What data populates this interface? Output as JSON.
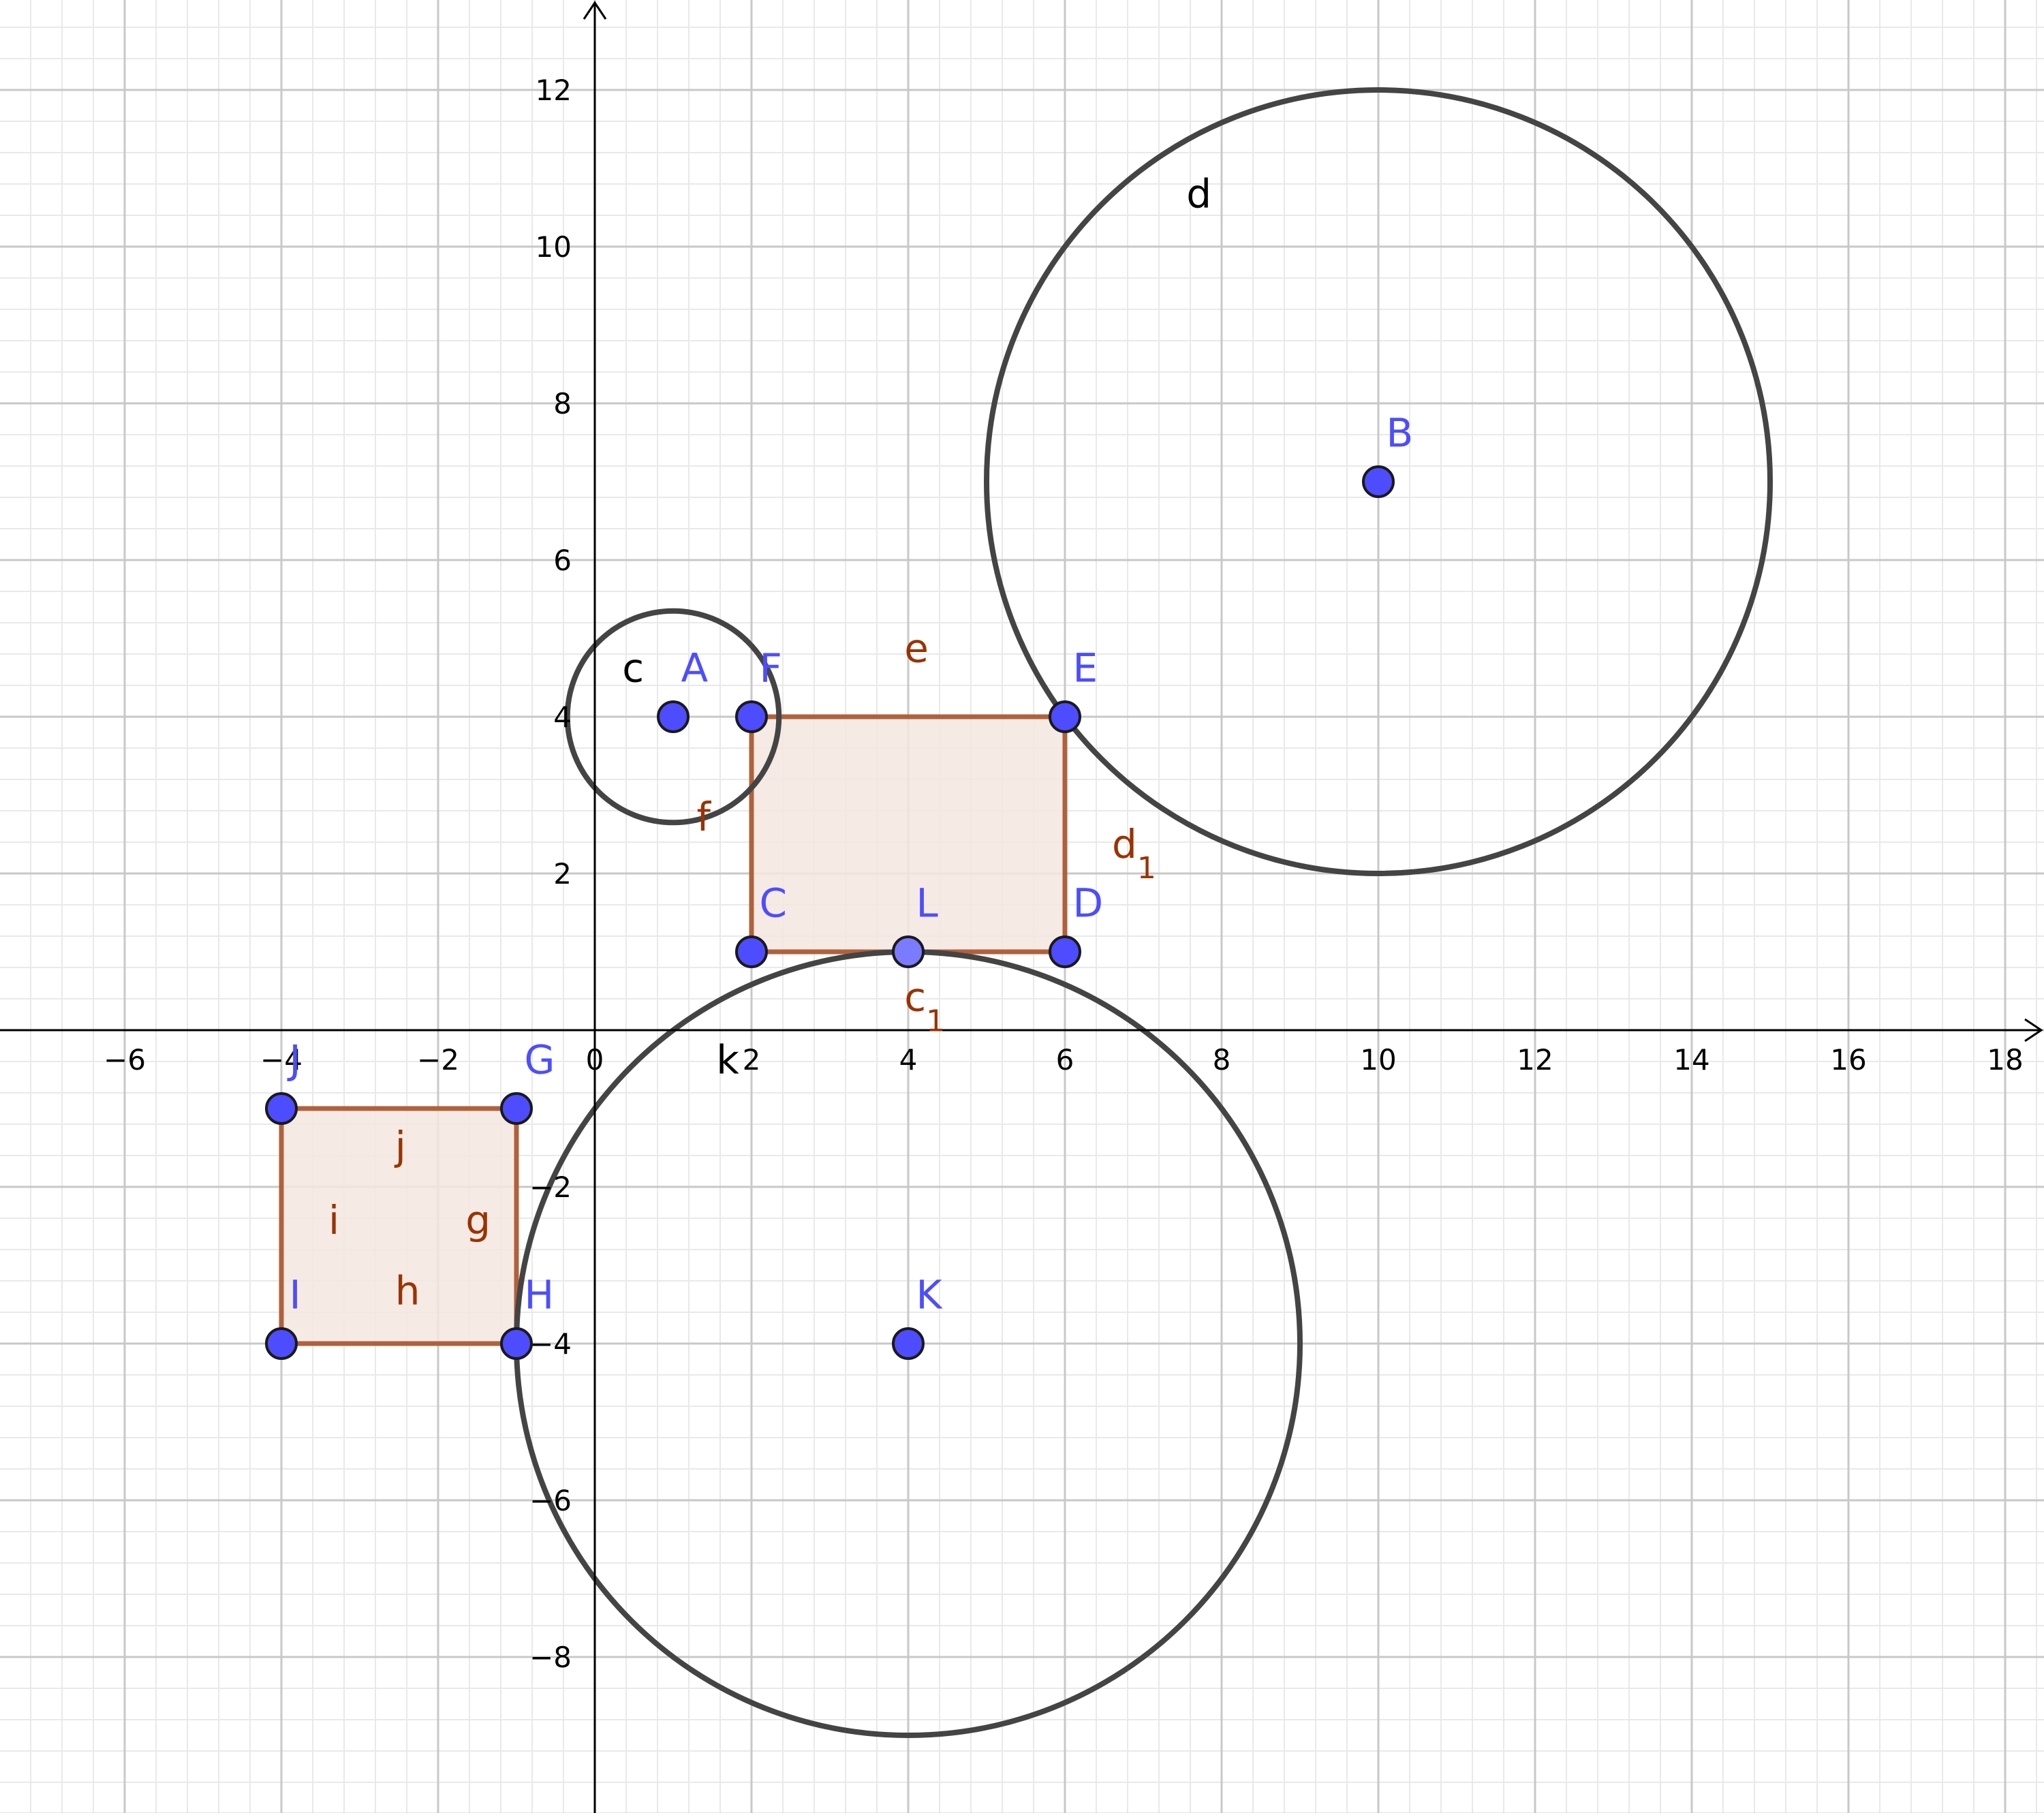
{
  "axes": {
    "x_ticks": [
      "−6",
      "−4",
      "−2",
      "0",
      "2",
      "4",
      "6",
      "8",
      "10",
      "12",
      "14",
      "16",
      "18"
    ],
    "x_tick_values": [
      -6,
      -4,
      -2,
      0,
      2,
      4,
      6,
      8,
      10,
      12,
      14,
      16,
      18
    ],
    "y_ticks": [
      "−8",
      "−6",
      "−4",
      "−2",
      "2",
      "4",
      "6",
      "8",
      "10",
      "12"
    ],
    "y_tick_values": [
      -8,
      -6,
      -4,
      -2,
      2,
      4,
      6,
      8,
      10,
      12
    ],
    "xlim": [
      -7.6,
      18.5
    ],
    "ylim": [
      -10,
      13.1
    ],
    "grid": true
  },
  "points": [
    {
      "name": "A",
      "x": 1,
      "y": 4
    },
    {
      "name": "B",
      "x": 10,
      "y": 7
    },
    {
      "name": "C",
      "x": 2,
      "y": 1
    },
    {
      "name": "D",
      "x": 6,
      "y": 1
    },
    {
      "name": "E",
      "x": 6,
      "y": 4
    },
    {
      "name": "F",
      "x": 2,
      "y": 4
    },
    {
      "name": "G",
      "x": -1,
      "y": -1
    },
    {
      "name": "H",
      "x": -1,
      "y": -4
    },
    {
      "name": "I",
      "x": -4,
      "y": -4
    },
    {
      "name": "J",
      "x": -4,
      "y": -1
    },
    {
      "name": "K",
      "x": 4,
      "y": -4
    },
    {
      "name": "L",
      "x": 4,
      "y": 1,
      "light": true
    }
  ],
  "circles": [
    {
      "name": "c",
      "center": "A",
      "radius": 1.35
    },
    {
      "name": "d",
      "center": "B",
      "radius": 5
    },
    {
      "name": "k",
      "center": "K",
      "radius": 5
    }
  ],
  "polygons": [
    {
      "vertices": [
        "C",
        "D",
        "E",
        "F"
      ]
    },
    {
      "vertices": [
        "G",
        "H",
        "I",
        "J"
      ]
    }
  ],
  "segment_labels": [
    {
      "text": "e",
      "sub": ""
    },
    {
      "text": "d",
      "sub": "1"
    },
    {
      "text": "c",
      "sub": "1"
    },
    {
      "text": "f",
      "sub": ""
    },
    {
      "text": "j",
      "sub": ""
    },
    {
      "text": "g",
      "sub": ""
    },
    {
      "text": "h",
      "sub": ""
    },
    {
      "text": "i",
      "sub": ""
    }
  ],
  "colors": {
    "point_fill": "#4d4dff",
    "point_light_fill": "#7b7bff",
    "point_stroke": "#1a1a1a",
    "circle_stroke": "#444444",
    "polygon_stroke": "#b0613c",
    "polygon_fill": "#f5e6e0",
    "label_brown": "#993300",
    "axis": "#000000",
    "grid_major": "#c8c8c8",
    "grid_minor": "#e9e9e9"
  }
}
